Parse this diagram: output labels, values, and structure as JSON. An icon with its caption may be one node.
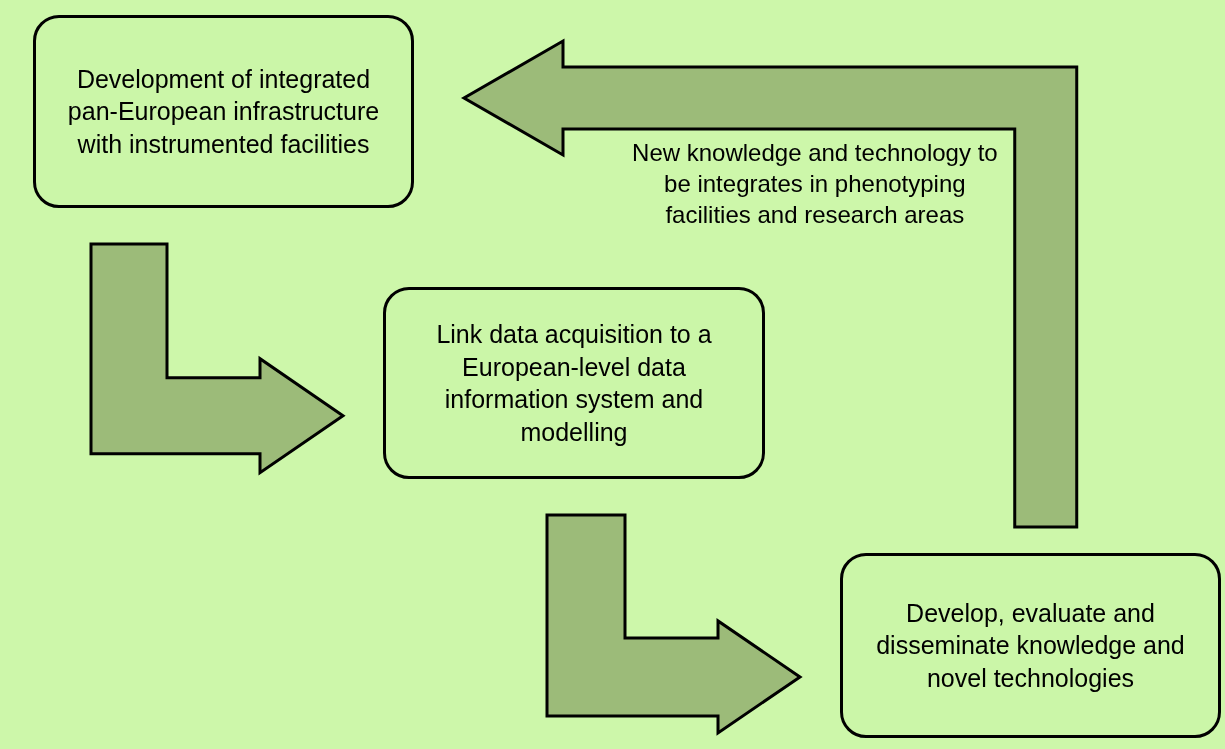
{
  "diagram": {
    "nodes": [
      {
        "text": [
          "Development of integrated pan-European infrastructure with instrumented facilities"
        ]
      },
      {
        "text": [
          "Link data acquisition to a European-level data information system and modelling"
        ]
      },
      {
        "text": [
          "Develop, evaluate and disseminate knowledge and novel technologies"
        ]
      }
    ],
    "edges": [
      {
        "from": 0,
        "to": 1,
        "arrow": "to"
      },
      {
        "from": 1,
        "to": 2,
        "arrow": "to"
      },
      {
        "from": 2,
        "to": 0,
        "arrow": "to",
        "label": "New knowledge and technology to be integrates in phenotyping facilities and research areas"
      }
    ]
  }
}
